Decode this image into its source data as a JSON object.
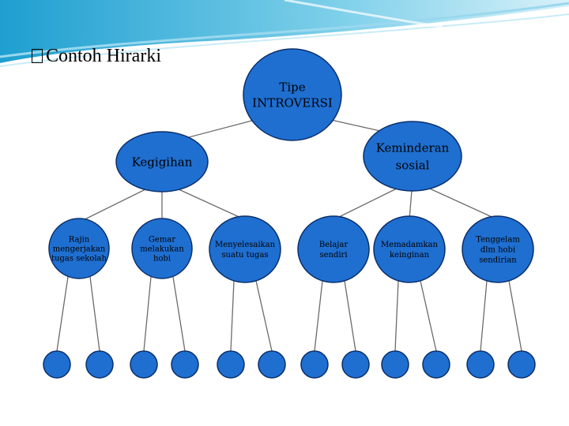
{
  "slide_title": "Contoh Hirarki",
  "colors": {
    "node_fill": "#1f6fd1",
    "node_stroke": "#0b2f6a",
    "edge": "#6b6b6b",
    "header_wave": "#3fb3d9"
  },
  "root": {
    "lines": [
      "Tipe",
      "INTROVERSI"
    ]
  },
  "level1": [
    {
      "lines": [
        "Kegigihan"
      ]
    },
    {
      "lines": [
        "Keminderan",
        "sosial"
      ]
    }
  ],
  "level2": [
    {
      "lines": [
        "Rajin",
        "mengerjakan",
        "tugas sekolah"
      ]
    },
    {
      "lines": [
        "Gemar",
        "melakukan",
        "hobi"
      ]
    },
    {
      "lines": [
        "Menyelesaikan",
        "suatu tugas"
      ]
    },
    {
      "lines": [
        "Belajar",
        "sendiri"
      ]
    },
    {
      "lines": [
        "Memadamkan",
        "keinginan"
      ]
    },
    {
      "lines": [
        "Tenggelam",
        "dlm hobi",
        "sendirian"
      ]
    }
  ],
  "leaf_count": 12
}
